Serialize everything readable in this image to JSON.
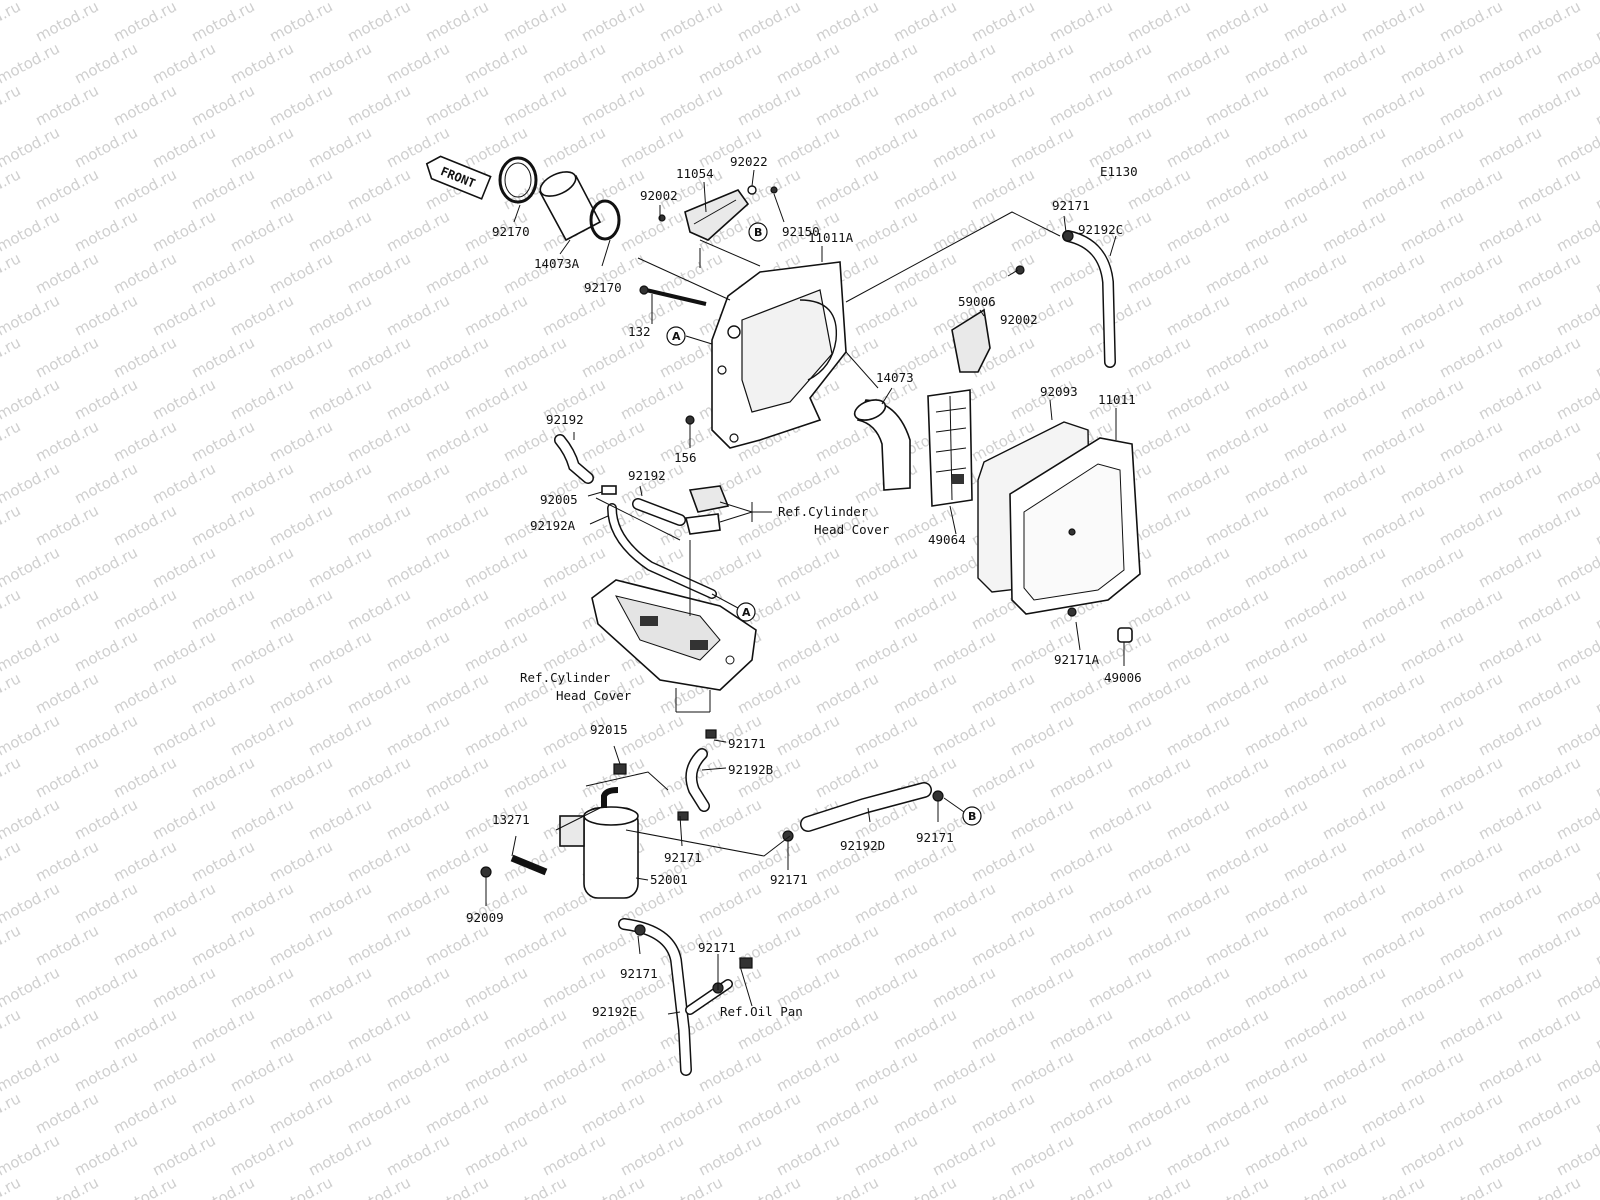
{
  "code": "E1130",
  "front_tag": "FRONT",
  "watermark": "motod.ru",
  "markers": {
    "a": "A",
    "b": "B"
  },
  "labels": {
    "p92170a": "92170",
    "p14073a": "14073A",
    "p92170b": "92170",
    "p92002a": "92002",
    "p11054": "11054",
    "p92022": "92022",
    "p92150": "92150",
    "p11011a": "11011A",
    "p132": "132",
    "p92171a": "92171",
    "p92192c": "92192C",
    "p59006": "59006",
    "p92002b": "92002",
    "p14073": "14073",
    "p92093": "92093",
    "p11011": "11011",
    "p92192a": "92192",
    "p156": "156",
    "p92192b": "92192",
    "p92005": "92005",
    "p92192A": "92192A",
    "p49064": "49064",
    "p92171A": "92171A",
    "p49006": "49006",
    "p92015": "92015",
    "p92171b": "92171",
    "p92192B": "92192B",
    "p13271": "13271",
    "p92171c": "92171",
    "p52001": "52001",
    "p92009": "92009",
    "p92171d": "92171",
    "p92192D": "92192D",
    "p92171e": "92171",
    "p92171f": "92171",
    "p92171g": "92171",
    "p92192E": "92192E"
  },
  "refs": {
    "cyl_head_1a": "Ref.Cylinder",
    "cyl_head_1b": "Head Cover",
    "cyl_head_2a": "Ref.Cylinder",
    "cyl_head_2b": "Head Cover",
    "oil_pan": "Ref.Oil Pan"
  }
}
